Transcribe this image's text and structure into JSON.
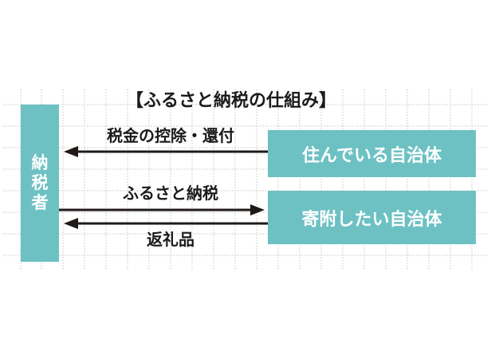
{
  "diagram": {
    "title": "ふるさと納税の仕組み",
    "title_open_bracket": "【",
    "title_close_bracket": "】",
    "nodes": {
      "taxpayer": {
        "label": "納税者",
        "chars": [
          "納",
          "税",
          "者"
        ]
      },
      "home_municipality": {
        "label": "住んでいる自治体"
      },
      "donation_municipality": {
        "label": "寄附したい自治体"
      }
    },
    "edges": [
      {
        "from": "home_municipality",
        "to": "taxpayer",
        "label": "税金の控除・還付",
        "direction": "left"
      },
      {
        "from": "taxpayer",
        "to": "donation_municipality",
        "label": "ふるさと納税",
        "direction": "right"
      },
      {
        "from": "donation_municipality",
        "to": "taxpayer",
        "label": "返礼品",
        "direction": "left"
      }
    ],
    "colors": {
      "box_fill": "#6dc1c3",
      "box_text": "#ffffff",
      "text": "#1a1a1a",
      "arrow": "#1f1a17",
      "grid": "#c8c8c8"
    }
  }
}
